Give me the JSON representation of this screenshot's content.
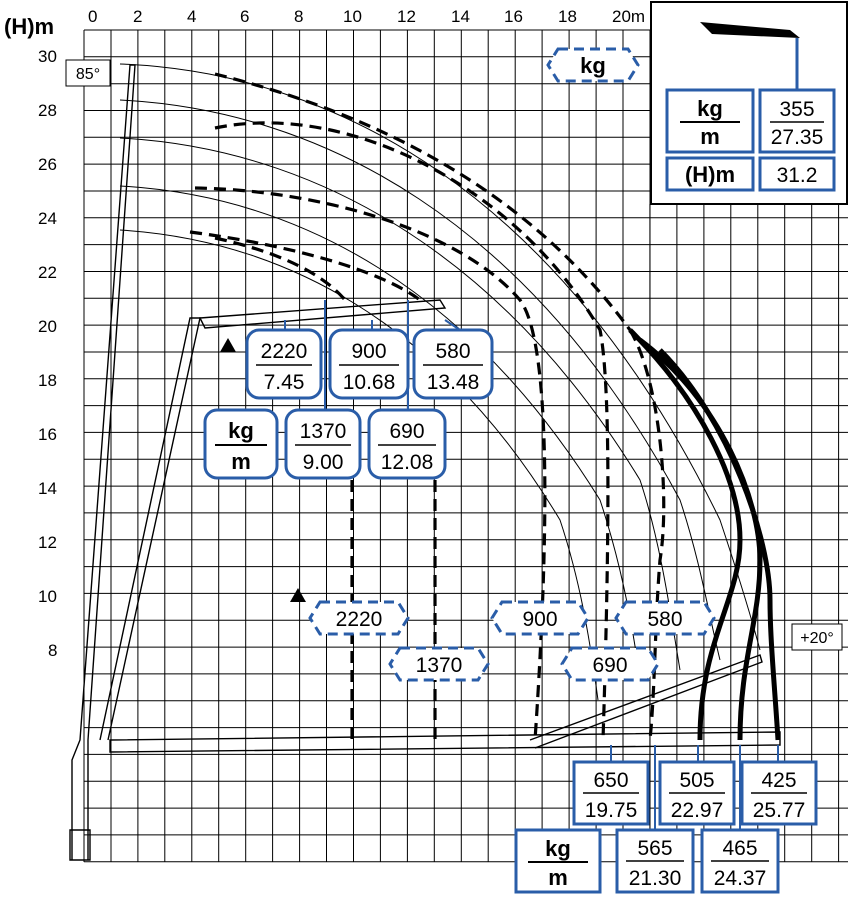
{
  "axes": {
    "y_unit": "(H)m",
    "x_unit": "20m",
    "x_ticks": [
      "0",
      "2",
      "4",
      "6",
      "8",
      "10",
      "12",
      "14",
      "16",
      "18"
    ],
    "y_ticks": [
      "30",
      "28",
      "26",
      "24",
      "22",
      "20",
      "18",
      "16",
      "14",
      "12",
      "10",
      "8"
    ]
  },
  "angles": {
    "max": "85°",
    "min": "+20°"
  },
  "legend": {
    "kg_badge": "kg",
    "kg_label": "kg",
    "m_label": "m",
    "max_capacity": "355",
    "max_reach": "27.35",
    "height_label": "(H)m",
    "height_value": "31.2"
  },
  "upper_loads": [
    {
      "kg": "2220",
      "m": "7.45"
    },
    {
      "kg": "900",
      "m": "10.68"
    },
    {
      "kg": "580",
      "m": "13.48"
    },
    {
      "kg": "1370",
      "m": "9.00"
    },
    {
      "kg": "690",
      "m": "12.08"
    }
  ],
  "upper_legend": {
    "kg": "kg",
    "m": "m"
  },
  "hex_labels": [
    "2220",
    "1370",
    "900",
    "690",
    "580"
  ],
  "lower_loads": [
    {
      "kg": "650",
      "m": "19.75"
    },
    {
      "kg": "505",
      "m": "22.97"
    },
    {
      "kg": "425",
      "m": "25.77"
    },
    {
      "kg": "565",
      "m": "21.30"
    },
    {
      "kg": "465",
      "m": "24.37"
    }
  ],
  "lower_legend": {
    "kg": "kg",
    "m": "m"
  }
}
